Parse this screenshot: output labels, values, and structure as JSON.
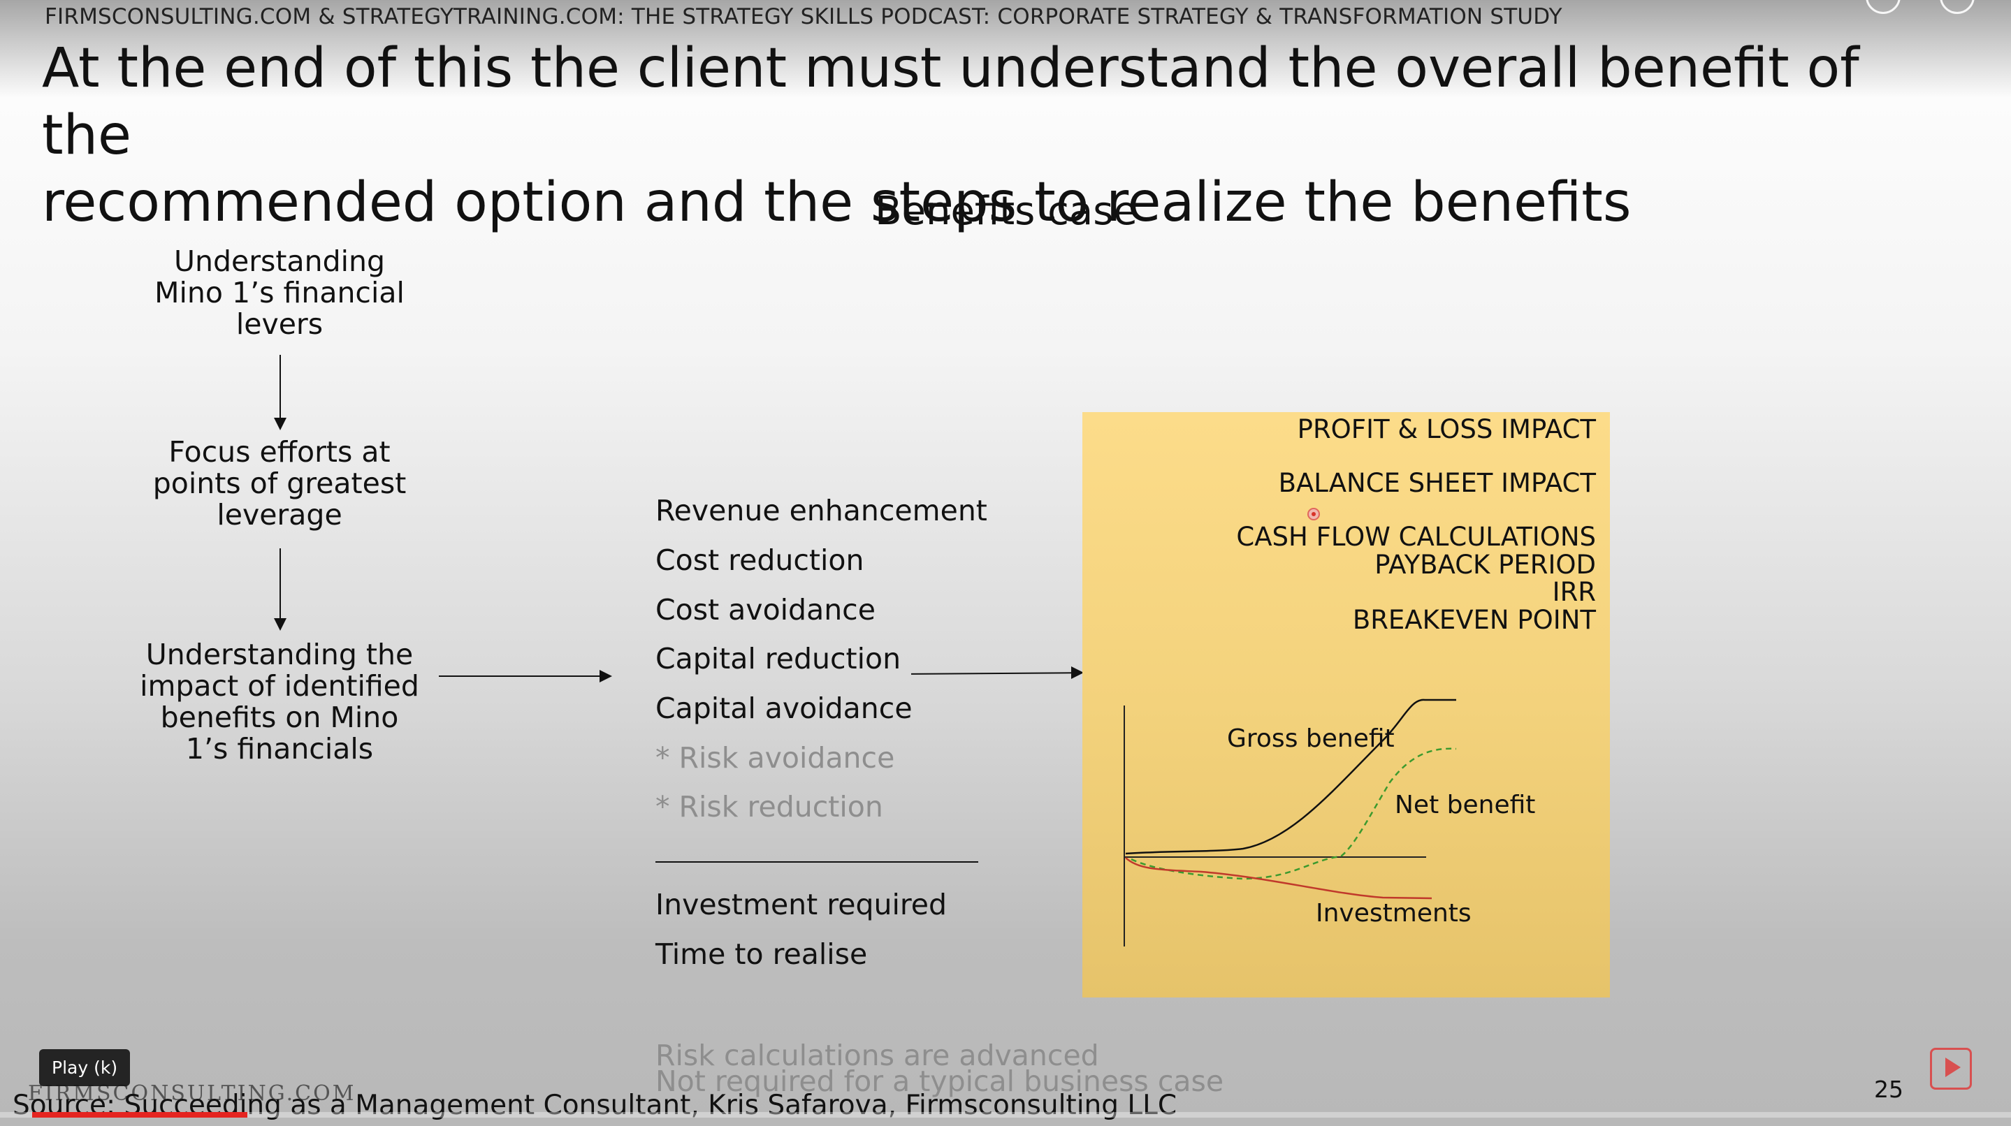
{
  "header": {
    "text": "FIRMSCONSULTING.COM & STRATEGYTRAINING.COM: THE STRATEGY SKILLS PODCAST: CORPORATE STRATEGY & TRANSFORMATION STUDY"
  },
  "slide": {
    "title_line1": "At the end of this the client must understand the overall benefit of the",
    "title_line2": "recommended option and the steps to realize the benefits",
    "subtitle": "Benefits case",
    "flow": {
      "step1": [
        "Understanding",
        "Mino 1’s financial",
        "levers"
      ],
      "step2": [
        "Focus efforts at",
        "points of greatest",
        "leverage"
      ],
      "step3": [
        "Understanding the",
        "impact of identified",
        "benefits on Mino",
        "1’s financials"
      ]
    },
    "benefits": [
      "Revenue enhancement",
      "Cost reduction",
      "Cost avoidance",
      "Capital reduction",
      "Capital avoidance"
    ],
    "risk_items": [
      "* Risk avoidance",
      "* Risk reduction"
    ],
    "requirements": [
      "Investment required",
      "Time to realise"
    ],
    "notes": [
      "Risk calculations are advanced",
      "Not required for a typical business case"
    ],
    "panel_items": {
      "pl": "PROFIT & LOSS IMPACT",
      "bs": "BALANCE SHEET IMPACT",
      "cf": "CASH FLOW CALCULATIONS",
      "payback": "PAYBACK PERIOD",
      "irr": "IRR",
      "breakeven": "BREAKEVEN POINT"
    },
    "chart_labels": {
      "gross": "Gross benefit",
      "net": "Net benefit",
      "investments": "Investments"
    },
    "source": "Source: Succeeding as a Management Consultant, Kris Safarova, Firmsconsulting LLC",
    "watermark": "FIRMSCONSULTING.COM",
    "page_number": "25"
  },
  "player": {
    "tooltip": "Play (k)",
    "progress_fraction": 0.107,
    "progress_color": "#e52420"
  },
  "colors": {
    "panel": "#f8d680",
    "gross_line": "#111111",
    "net_line": "#3c9a2e",
    "investment_line": "#c0392b"
  }
}
